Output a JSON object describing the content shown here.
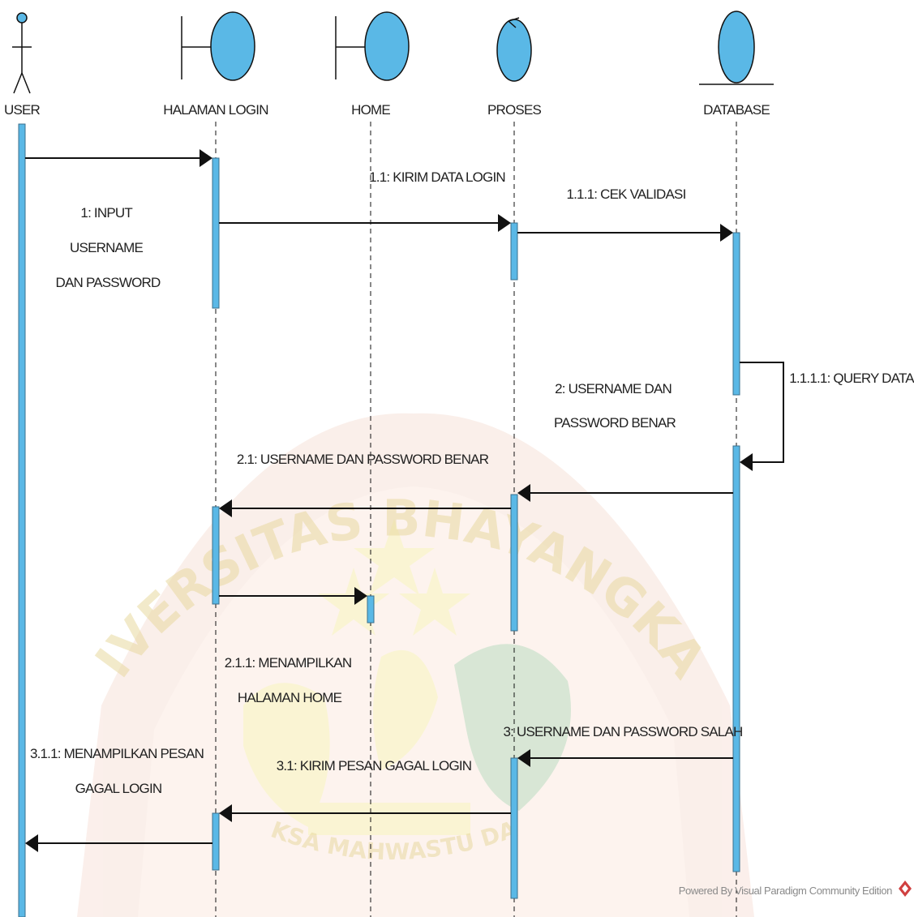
{
  "participants": [
    {
      "id": "user",
      "label": "USER",
      "kind": "actor"
    },
    {
      "id": "halaman_login",
      "label": "HALAMAN LOGIN",
      "kind": "boundary"
    },
    {
      "id": "home",
      "label": "HOME",
      "kind": "boundary"
    },
    {
      "id": "proses",
      "label": "PROSES",
      "kind": "control"
    },
    {
      "id": "database",
      "label": "DATABASE",
      "kind": "entity"
    }
  ],
  "messages": [
    {
      "id": "m1",
      "from": "user",
      "to": "halaman_login",
      "label_lines": [
        "1: INPUT",
        "USERNAME",
        "DAN PASSWORD"
      ]
    },
    {
      "id": "m11",
      "from": "halaman_login",
      "to": "proses",
      "label_lines": [
        "1.1: KIRIM DATA LOGIN"
      ]
    },
    {
      "id": "m111",
      "from": "proses",
      "to": "database",
      "label_lines": [
        "1.1.1: CEK VALIDASI"
      ]
    },
    {
      "id": "m1111",
      "from": "database",
      "to": "database",
      "label_lines": [
        "1.1.1.1: QUERY DATA"
      ]
    },
    {
      "id": "m2",
      "from": "database",
      "to": "proses",
      "label_lines": [
        "2: USERNAME DAN",
        "PASSWORD BENAR"
      ]
    },
    {
      "id": "m21",
      "from": "proses",
      "to": "halaman_login",
      "label_lines": [
        "2.1: USERNAME DAN PASSWORD BENAR"
      ]
    },
    {
      "id": "m211",
      "from": "halaman_login",
      "to": "home",
      "label_lines": [
        "2.1.1: MENAMPILKAN",
        "HALAMAN HOME"
      ]
    },
    {
      "id": "m3",
      "from": "database",
      "to": "proses",
      "label_lines": [
        "3: USERNAME DAN PASSWORD SALAH"
      ]
    },
    {
      "id": "m31",
      "from": "proses",
      "to": "halaman_login",
      "label_lines": [
        "3.1: KIRIM PESAN GAGAL LOGIN"
      ]
    },
    {
      "id": "m311",
      "from": "halaman_login",
      "to": "user",
      "label_lines": [
        "3.1.1: MENAMPILKAN PESAN",
        "GAGAL LOGIN"
      ]
    }
  ],
  "watermark": {
    "arc_text": "UNIVERSITAS BHAYANGKARA",
    "motto": "BIKSA MAHWASTU DASI"
  },
  "footer": {
    "powered_by": "Powered By  Visual Paradigm Community Edition"
  },
  "colors": {
    "activation_fill": "#5ab8e6",
    "activation_stroke": "#3a6f8c",
    "participant_fill": "#5ab8e6",
    "line": "#111111",
    "watermark_red": "#e8b0a8",
    "watermark_yellow": "#f3e6a0",
    "watermark_green": "#a8c8a0"
  }
}
